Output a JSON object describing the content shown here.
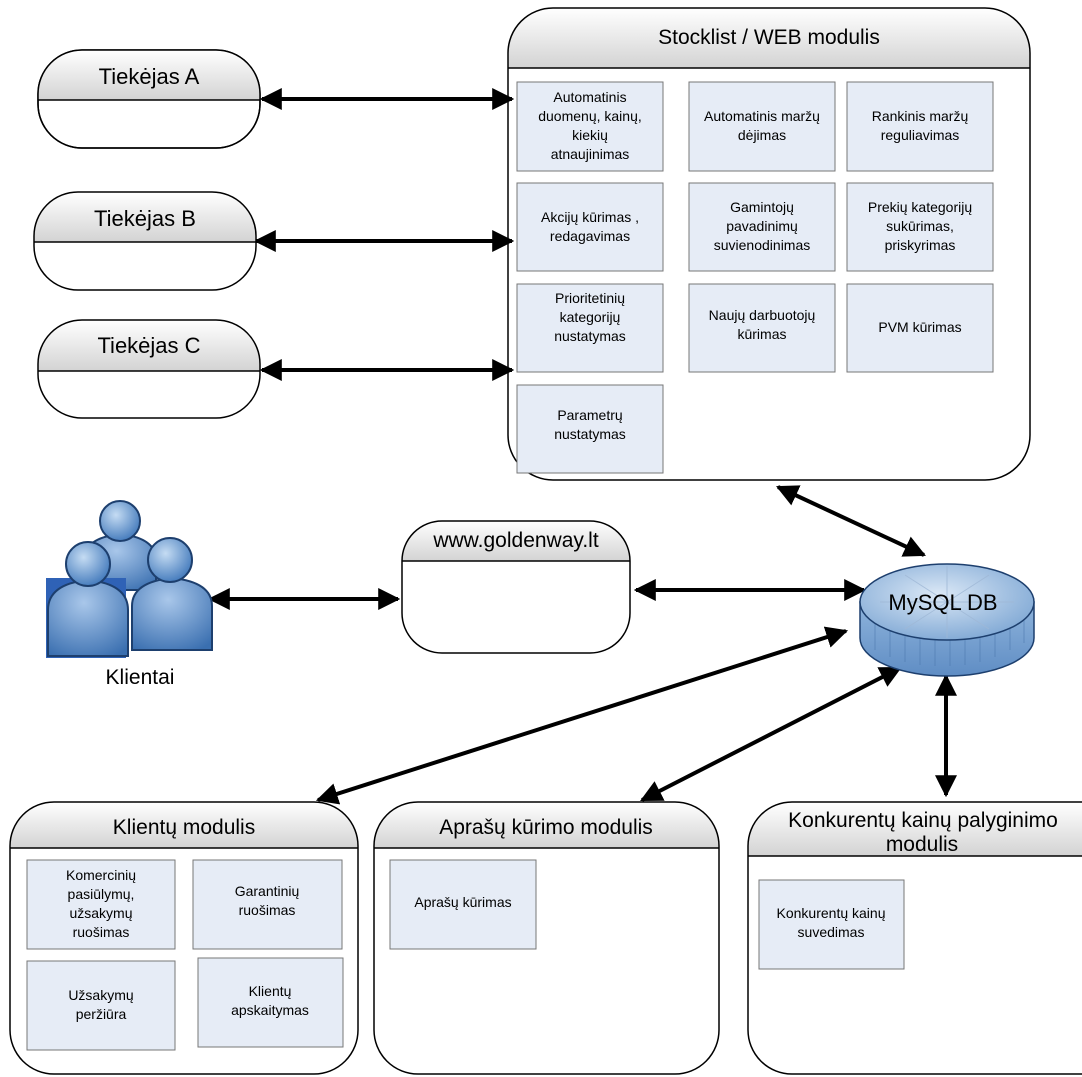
{
  "suppliers": [
    {
      "label": "Tiekėjas A"
    },
    {
      "label": "Tiekėjas B"
    },
    {
      "label": "Tiekėjas C"
    }
  ],
  "stocklist": {
    "title": "Stocklist / WEB modulis",
    "items": [
      [
        "Automatinis",
        "duomenų, kainų,",
        "kiekių",
        "atnaujinimas"
      ],
      [
        "Automatinis maržų",
        "dėjimas"
      ],
      [
        "Rankinis maržų",
        "reguliavimas"
      ],
      [
        "Akcijų kūrimas ,",
        "redagavimas"
      ],
      [
        "Gamintojų",
        "pavadinimų",
        "suvienodinimas"
      ],
      [
        "Prekių kategorijų",
        "sukūrimas,",
        "priskyrimas"
      ],
      [
        "Prioritetinių",
        "kategorijų",
        "nustatymas"
      ],
      [
        "Naujų darbuotojų",
        "kūrimas"
      ],
      [
        "PVM kūrimas"
      ],
      [
        "Parametrų",
        "nustatymas"
      ]
    ]
  },
  "website": {
    "label": "www.goldenway.lt"
  },
  "clients": {
    "label": "Klientai"
  },
  "database": {
    "label": "MySQL DB"
  },
  "client_module": {
    "title": "Klientų modulis",
    "items": [
      [
        "Komercinių",
        "pasiūlymų,",
        "užsakymų",
        "ruošimas"
      ],
      [
        "Garantinių",
        "ruošimas"
      ],
      [
        "Užsakymų",
        "peržiūra"
      ],
      [
        "Klientų",
        "apskaitymas"
      ]
    ]
  },
  "description_module": {
    "title": "Aprašų kūrimo modulis",
    "items": [
      [
        "Aprašų kūrimas"
      ]
    ]
  },
  "competitor_module": {
    "title_lines": [
      "Konkurentų kainų palyginimo",
      "modulis"
    ],
    "items": [
      [
        "Konkurentų kainų",
        "suvedimas"
      ]
    ]
  },
  "colors": {
    "header_gradient_top": "#ffffff",
    "header_gradient_bottom": "#d6d6d6",
    "item_fill": "#e6ecf6",
    "db_fill": "#8fb4dc",
    "person_fill": "#4f86c6"
  }
}
